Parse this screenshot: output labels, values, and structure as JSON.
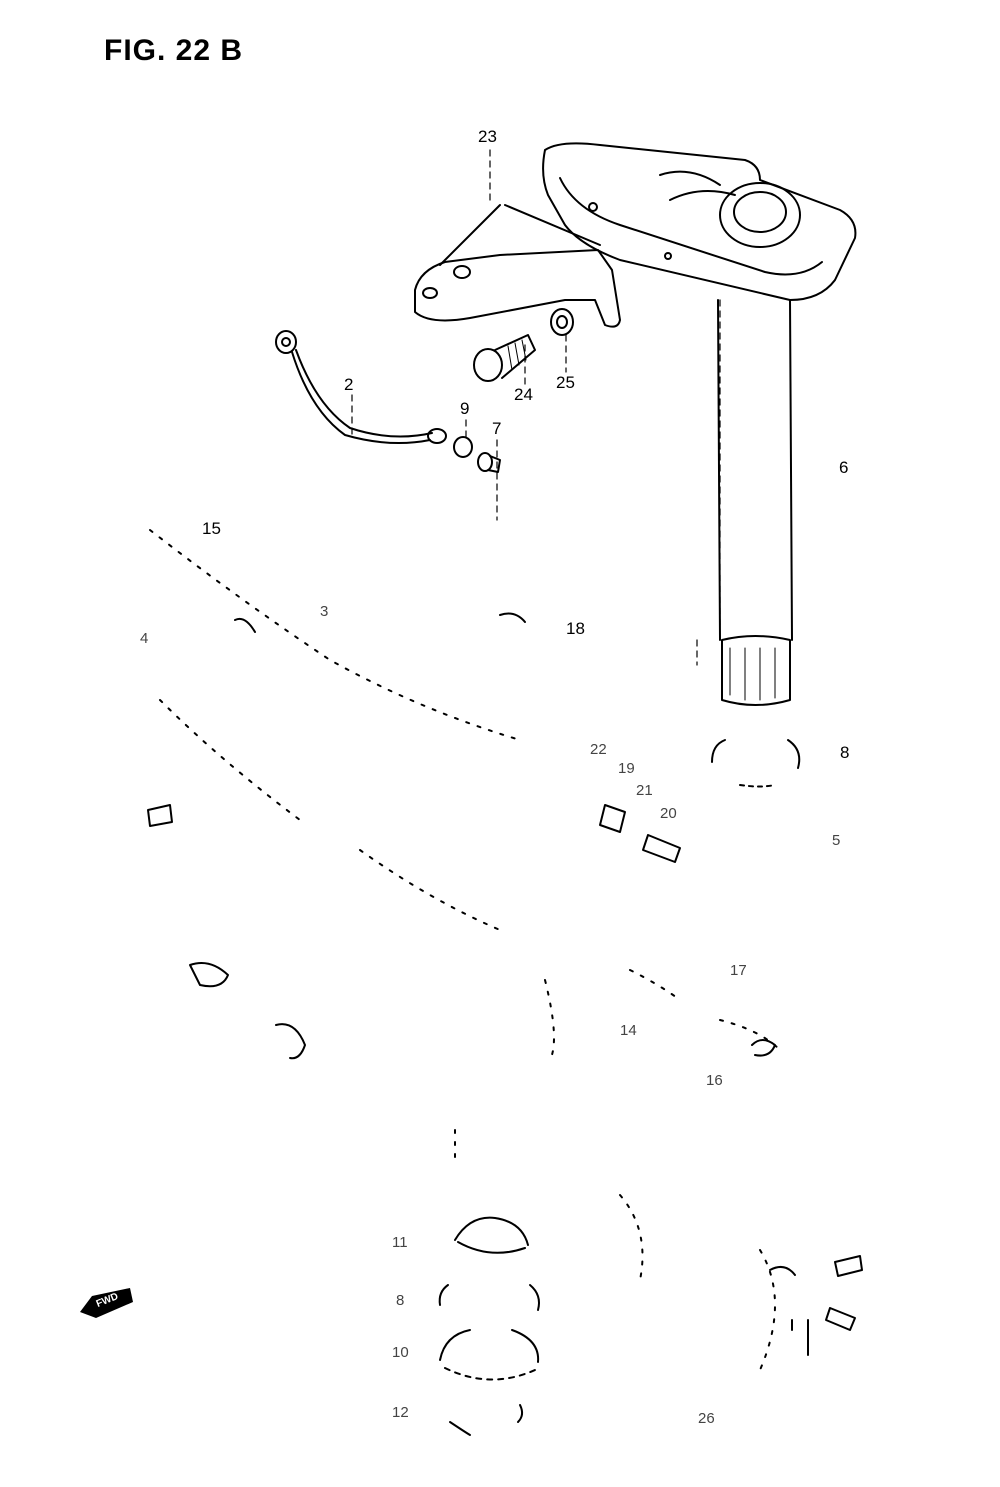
{
  "figure": {
    "title": "FIG. 22 B"
  },
  "callouts": [
    {
      "id": "c23",
      "label": "23"
    },
    {
      "id": "c2",
      "label": "2"
    },
    {
      "id": "c9",
      "label": "9"
    },
    {
      "id": "c7",
      "label": "7"
    },
    {
      "id": "c24",
      "label": "24"
    },
    {
      "id": "c25",
      "label": "25"
    },
    {
      "id": "c6",
      "label": "6"
    },
    {
      "id": "c15",
      "label": "15"
    },
    {
      "id": "c3",
      "label": "3"
    },
    {
      "id": "c4",
      "label": "4"
    },
    {
      "id": "c18",
      "label": "18"
    },
    {
      "id": "c8a",
      "label": "8"
    },
    {
      "id": "c22",
      "label": "22"
    },
    {
      "id": "c19",
      "label": "19"
    },
    {
      "id": "c21",
      "label": "21"
    },
    {
      "id": "c20",
      "label": "20"
    },
    {
      "id": "c5",
      "label": "5"
    },
    {
      "id": "c17",
      "label": "17"
    },
    {
      "id": "c14",
      "label": "14"
    },
    {
      "id": "c16",
      "label": "16"
    },
    {
      "id": "c11",
      "label": "11"
    },
    {
      "id": "c8b",
      "label": "8"
    },
    {
      "id": "c10",
      "label": "10"
    },
    {
      "id": "c12",
      "label": "12"
    },
    {
      "id": "c26",
      "label": "26"
    }
  ],
  "direction_marker": {
    "label": "FWD"
  }
}
